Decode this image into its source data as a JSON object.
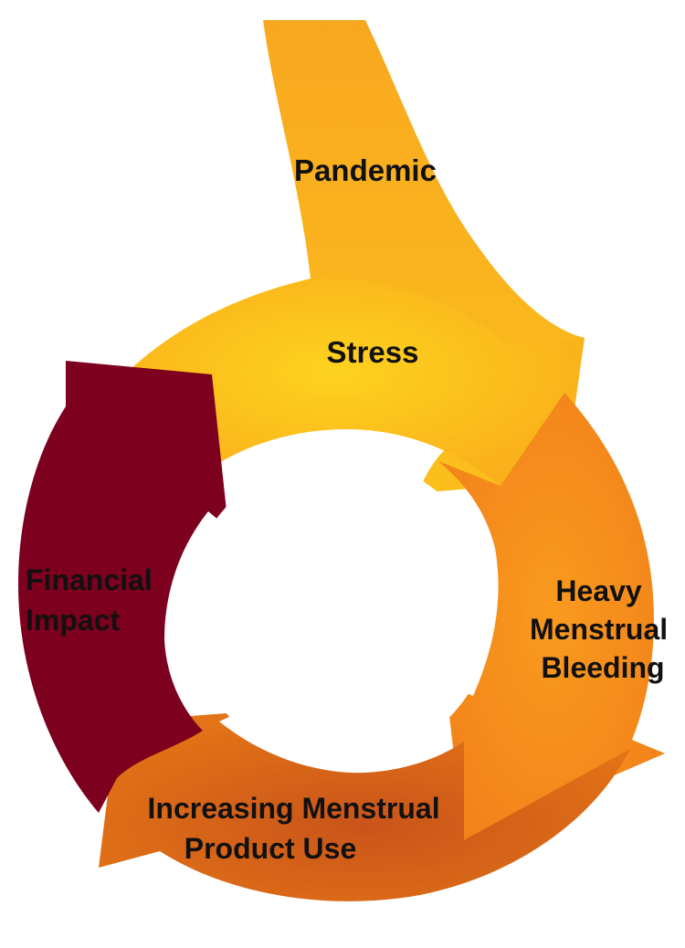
{
  "nodes": [
    {
      "id": "pandemic",
      "lines": [
        "Pandemic"
      ]
    },
    {
      "id": "stress",
      "lines": [
        "Stress"
      ]
    },
    {
      "id": "heavy",
      "lines": [
        "Heavy",
        "Menstrual",
        "Bleeding"
      ]
    },
    {
      "id": "product",
      "lines": [
        "Increasing Menstrual",
        "Product Use"
      ]
    },
    {
      "id": "financial",
      "lines": [
        "Financial",
        "Impact"
      ]
    }
  ],
  "colors": {
    "pandemic": "#f9ad21",
    "stress": "#fbbc1c",
    "heavy": "#f6881a",
    "product": "#dd6a14",
    "financial": "#7d001e"
  }
}
